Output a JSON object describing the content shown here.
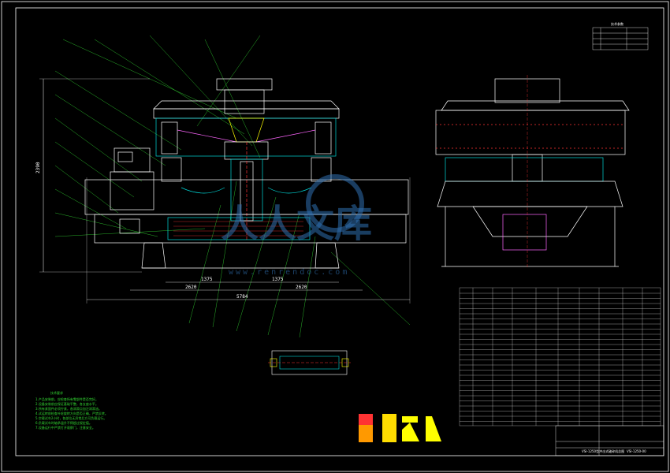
{
  "drawing": {
    "front_view_dims": {
      "height": "2390",
      "half_left": "1375",
      "half_right": "1375",
      "base_left": "2620",
      "base_right": "2620",
      "overall_width": "5784"
    },
    "tech_spec_title": "技术参数",
    "tech_notes_title": "技术要求",
    "tech_notes": [
      "1.产品安装前，应检查所有零部件是否完好。",
      "2.设备安装前应保证基础平整，各支座水平。",
      "3.所有紧固件必须拧紧，各润滑点加注润滑油。",
      "4.试运转前检查叶轮旋转方向是否正确，严禁反转。",
      "5.空载试车2小时，各部位无异常后方可负载运行。",
      "6.负载试车时轴承温升不得超过规定值。",
      "7.设备运行中严禁打开观察门，注意安全。"
    ],
    "title_block": {
      "drawing_title": "VSI-1250型冲击式破碎机总图",
      "drawing_number": "VSI-1250-00"
    },
    "watermark": {
      "text": "人人文库",
      "url": "www.renrendoc.com"
    },
    "colors": {
      "line_white": "#ffffff",
      "line_cyan": "#00d7d7",
      "line_green": "#33dd33",
      "line_yellow": "#ffff00",
      "line_red": "#ff3333",
      "line_magenta": "#ff66ff"
    }
  }
}
